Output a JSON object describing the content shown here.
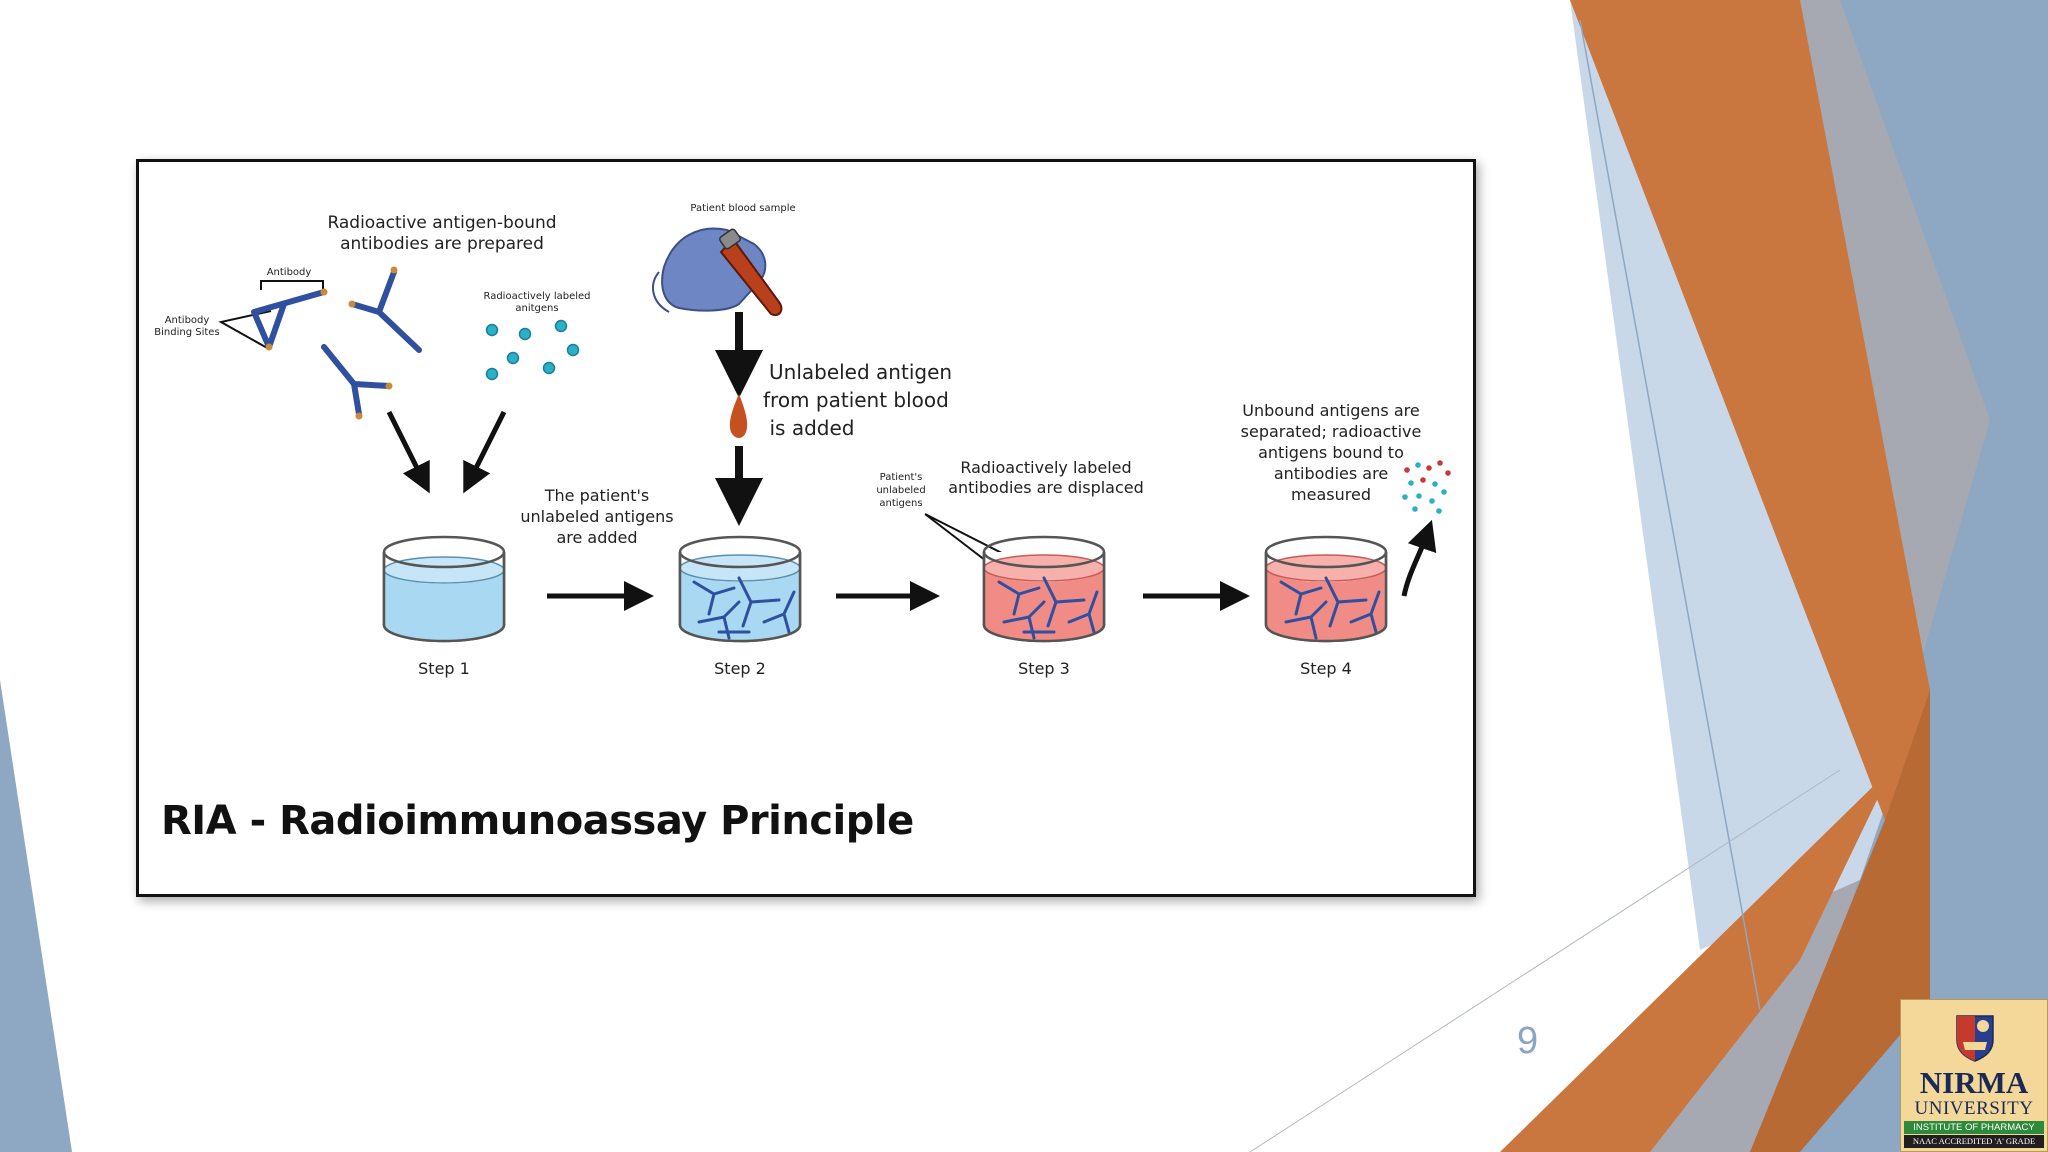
{
  "slide": {
    "page_number": "9",
    "colors": {
      "orange": "#c9763f",
      "blue": "#8ea7c2",
      "light_blue": "#c9d8e8",
      "gray": "#a7a9b2"
    }
  },
  "diagram": {
    "title": "RIA - Radioimmunoassay Principle",
    "captions": {
      "prepared": [
        "Radioactive antigen-bound",
        "antibodies are prepared"
      ],
      "antibody": "Antibody",
      "binding_sites": [
        "Antibody",
        "Binding Sites"
      ],
      "labeled_antigens": [
        "Radioactively labeled",
        "anitgens"
      ],
      "blood_sample": "Patient blood sample",
      "unlabeled_added": [
        "Unlabeled antigen",
        "from patient blood",
        "is added"
      ],
      "patient_added": [
        "The patient's",
        "unlabeled antigens",
        "are added"
      ],
      "patient_unlabeled": [
        "Patient's",
        "unlabeled",
        "antigens"
      ],
      "displaced": [
        "Radioactively labeled",
        "antibodies are displaced"
      ],
      "unbound": [
        "Unbound antigens are",
        "separated; radioactive",
        "antigens bound to",
        "antibodies are",
        "measured"
      ]
    },
    "steps": [
      "Step 1",
      "Step 2",
      "Step 3",
      "Step 4"
    ],
    "colors": {
      "antibody": "#2f4f9f",
      "antigen": "#2bb0c8",
      "tip": "#c98a3a",
      "liquid_blue": "#a9d8f2",
      "liquid_red": "#f08b86",
      "glove": "#6f86c4",
      "blood": "#b8401c"
    }
  },
  "logo": {
    "name": "NIRMA",
    "sub": "UNIVERSITY",
    "band1": "INSTITUTE OF PHARMACY",
    "band2": "NAAC ACCREDITED 'A' GRADE"
  }
}
